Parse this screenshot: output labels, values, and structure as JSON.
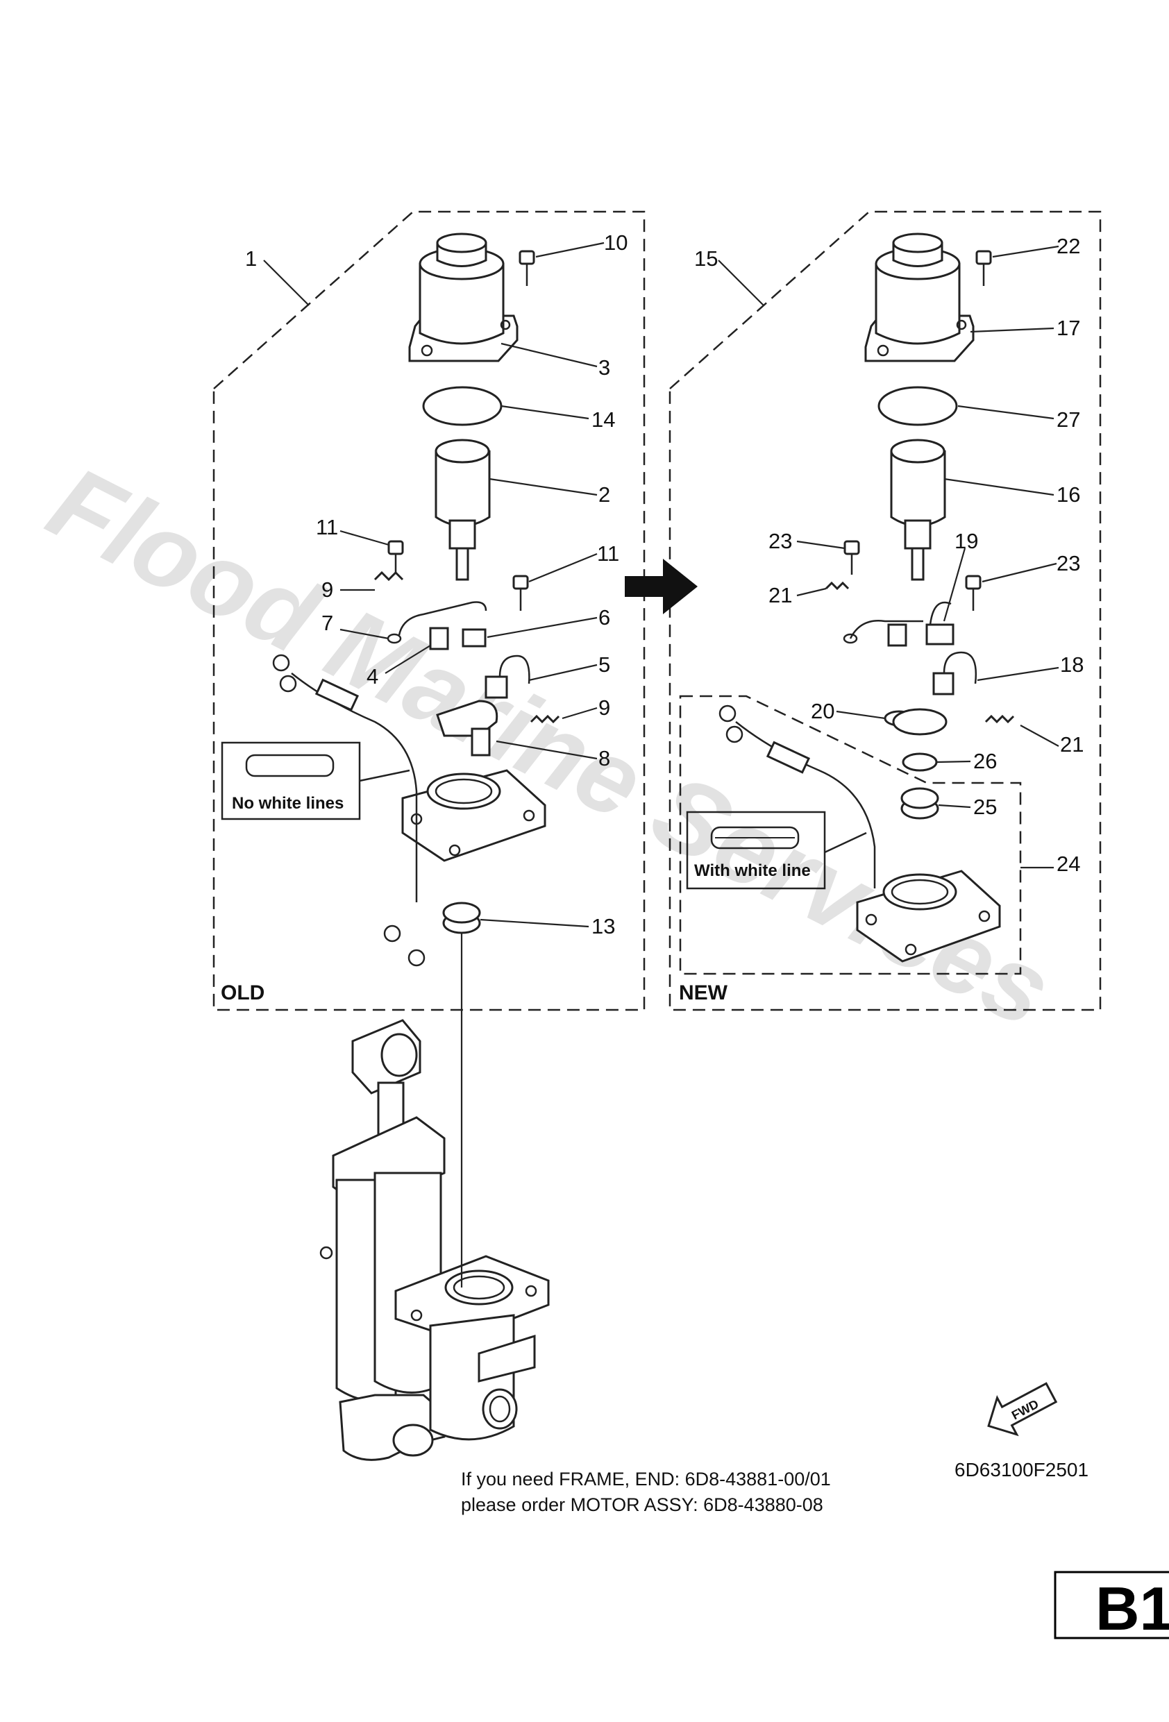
{
  "watermark": "Flood Marine Services",
  "sections": {
    "old": "OLD",
    "new": "NEW"
  },
  "notes": {
    "no_white_lines": "No white lines",
    "with_white_line": "With white line"
  },
  "callouts_old": [
    "1",
    "10",
    "3",
    "14",
    "2",
    "11",
    "11",
    "9",
    "7",
    "6",
    "4",
    "5",
    "9",
    "8",
    "13"
  ],
  "callouts_new": [
    "15",
    "22",
    "17",
    "27",
    "16",
    "23",
    "19",
    "23",
    "21",
    "18",
    "20",
    "21",
    "26",
    "25",
    "24"
  ],
  "fwd_label": "FWD",
  "figure_code": "6D63100F2501",
  "caption": {
    "line1": "If you need FRAME, END: 6D8-43881-00/01",
    "line2": "please order MOTOR ASSY: 6D8-43880-08"
  },
  "page_label": "B1"
}
